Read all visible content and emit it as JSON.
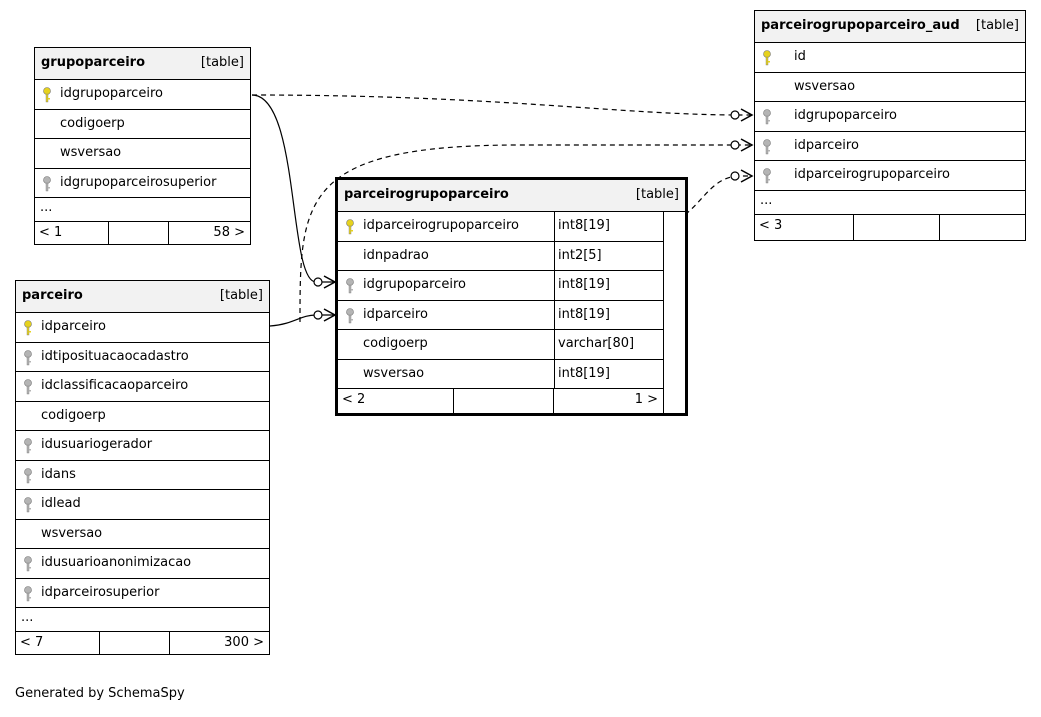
{
  "tables": {
    "grupoparceiro": {
      "name": "grupoparceiro",
      "type": "[table]",
      "columns": [
        {
          "name": "idgrupoparceiro",
          "key": "primary"
        },
        {
          "name": "codigoerp",
          "key": "none"
        },
        {
          "name": "wsversao",
          "key": "none"
        },
        {
          "name": "idgrupoparceirosuperior",
          "key": "foreign"
        }
      ],
      "more": "...",
      "footer": {
        "left": "< 1",
        "right": "58 >"
      }
    },
    "parceiro": {
      "name": "parceiro",
      "type": "[table]",
      "columns": [
        {
          "name": "idparceiro",
          "key": "primary"
        },
        {
          "name": "idtiposituacaocadastro",
          "key": "foreign"
        },
        {
          "name": "idclassificacaoparceiro",
          "key": "foreign"
        },
        {
          "name": "codigoerp",
          "key": "none"
        },
        {
          "name": "idusuariogerador",
          "key": "foreign"
        },
        {
          "name": "idans",
          "key": "foreign"
        },
        {
          "name": "idlead",
          "key": "foreign"
        },
        {
          "name": "wsversao",
          "key": "none"
        },
        {
          "name": "idusuarioanonimizacao",
          "key": "foreign"
        },
        {
          "name": "idparceirosuperior",
          "key": "foreign"
        }
      ],
      "more": "...",
      "footer": {
        "left": "< 7",
        "right": "300 >"
      }
    },
    "parceirogrupoparceiro": {
      "name": "parceirogrupoparceiro",
      "type": "[table]",
      "columns": [
        {
          "name": "idparceirogrupoparceiro",
          "type": "int8[19]",
          "key": "primary"
        },
        {
          "name": "idnpadrao",
          "type": "int2[5]",
          "key": "none"
        },
        {
          "name": "idgrupoparceiro",
          "type": "int8[19]",
          "key": "foreign"
        },
        {
          "name": "idparceiro",
          "type": "int8[19]",
          "key": "foreign"
        },
        {
          "name": "codigoerp",
          "type": "varchar[80]",
          "key": "none"
        },
        {
          "name": "wsversao",
          "type": "int8[19]",
          "key": "none"
        }
      ],
      "footer": {
        "left": "< 2",
        "right": "1 >"
      }
    },
    "parceirogrupoparceiro_aud": {
      "name": "parceirogrupoparceiro_aud",
      "type": "[table]",
      "columns": [
        {
          "name": "id",
          "key": "primary"
        },
        {
          "name": "wsversao",
          "key": "none"
        },
        {
          "name": "idgrupoparceiro",
          "key": "foreign"
        },
        {
          "name": "idparceiro",
          "key": "foreign"
        },
        {
          "name": "idparceirogrupoparceiro",
          "key": "foreign"
        }
      ],
      "more": "...",
      "footer": {
        "left": "< 3",
        "right": ""
      }
    }
  },
  "colors": {
    "primary_key": "#e6d21e",
    "foreign_key": "#b4b4b4",
    "header_bg": "#f2f2f2"
  },
  "footer_text": "Generated by SchemaSpy"
}
